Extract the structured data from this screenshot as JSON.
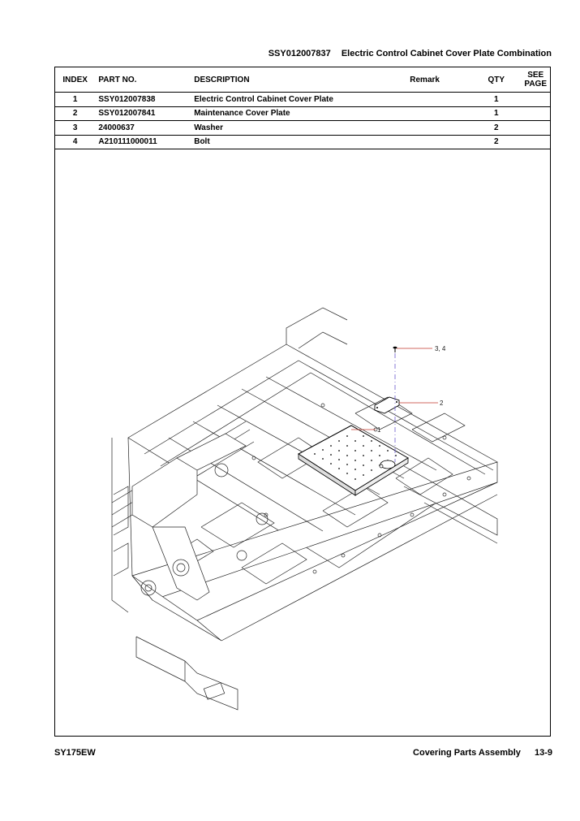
{
  "header": {
    "code": "SSY012007837",
    "title": "Electric Control Cabinet Cover Plate Combination"
  },
  "table": {
    "headers": {
      "index": "INDEX",
      "part_no": "PART NO.",
      "description": "DESCRIPTION",
      "remark": "Remark",
      "qty": "QTY",
      "see_page_1": "SEE",
      "see_page_2": "PAGE"
    },
    "rows": [
      {
        "index": "1",
        "part_no": "SSY012007838",
        "description": "Electric Control Cabinet Cover Plate",
        "remark": "",
        "qty": "1",
        "see_page": ""
      },
      {
        "index": "2",
        "part_no": "SSY012007841",
        "description": "Maintenance Cover Plate",
        "remark": "",
        "qty": "1",
        "see_page": ""
      },
      {
        "index": "3",
        "part_no": "24000637",
        "description": "Washer",
        "remark": "",
        "qty": "2",
        "see_page": ""
      },
      {
        "index": "4",
        "part_no": "A210111000011",
        "description": "Bolt",
        "remark": "",
        "qty": "2",
        "see_page": ""
      }
    ]
  },
  "callouts": {
    "c34": "3, 4",
    "c2": "2",
    "c1": "1"
  },
  "footer": {
    "model": "SY175EW",
    "section": "Covering Parts Assembly",
    "page": "13-9"
  }
}
